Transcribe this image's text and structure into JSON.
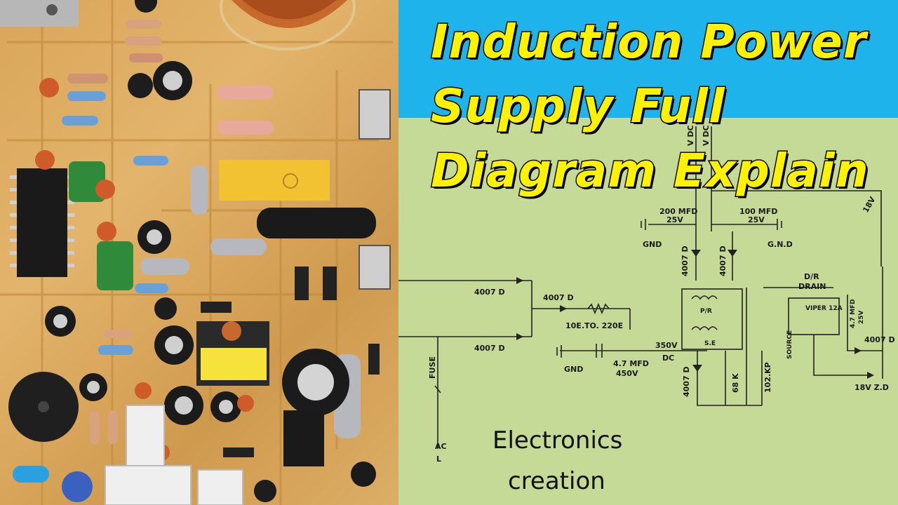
{
  "title": {
    "line1": "Induction Power",
    "line2": "Supply Full",
    "line3": "Diagram Explain"
  },
  "watermark": {
    "line1": "Electronics",
    "line2": "creation"
  },
  "schematic_labels": {
    "vdc1": "V DC",
    "vdc2": "V DC",
    "cap_left": "200 MFD",
    "cap_left_v": "25V",
    "cap_right": "100 MFD",
    "cap_right_v": "25V",
    "gnd_left": "GND",
    "gnd_right": "G.N.D",
    "diode_left": "4007 D",
    "diode_right": "4007 D",
    "v18": "18V",
    "drain_top": "D/R",
    "drain": "DRAIN",
    "viper": "VIPER 12A",
    "pr": "P/R",
    "se": "S.E",
    "d1": "4007 D",
    "d2": "4007 D",
    "d3": "4007 D",
    "res": "10E.TO. 220E",
    "gnd_mid": "GND",
    "cap_main": "4.7 MFD",
    "cap_main_v": "450V",
    "v350": "350V",
    "dc": "DC",
    "diode_low": "4007 D",
    "r68": "68 K",
    "c102": "102.KP",
    "source": "SOURCE",
    "cap_small": "4.7 MFD",
    "cap_small_v": "25V",
    "diode_out": "4007 D",
    "zener": "18V Z.D",
    "fuse": "FUSE",
    "ac": "AC",
    "l": "L"
  },
  "colors": {
    "sky": "#1fb3ec",
    "paper": "#c4da96",
    "title_fill": "#fff200",
    "title_outline": "#0a0a0a",
    "pcb": "#dcae66"
  }
}
